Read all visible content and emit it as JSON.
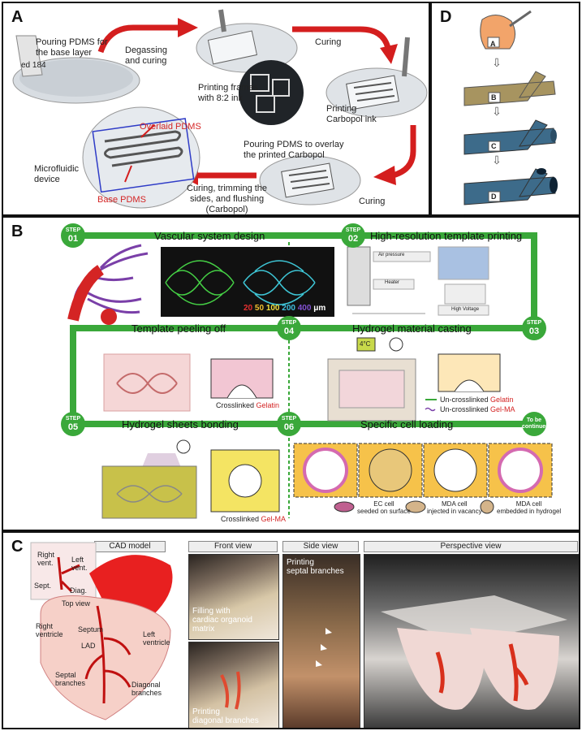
{
  "panels": {
    "a": "A",
    "b": "B",
    "c": "C",
    "d": "D"
  },
  "panel_a": {
    "pour_base": "Pouring PDMS for\nthe base layer",
    "bottle_label": "ed 184",
    "degas": "Degassing\nand curing",
    "print_frames": "Printing frames\nwith 8:2 ink",
    "curing_top": "Curing",
    "print_carbopol": "Printing\nCarbopol ink",
    "overlay": "Pouring PDMS to overlay\nthe printed Carbopol",
    "curing_right": "Curing",
    "trim": "Curing, trimming the\nsides, and flushing\n(Carbopol)",
    "device": "Microfluidic\ndevice",
    "overlaid_pdms": "Overlaid PDMS",
    "base_pdms": "Base PDMS"
  },
  "panel_b": {
    "steps": [
      {
        "word": "STEP",
        "num": "01",
        "title": "Vascular system design"
      },
      {
        "word": "STEP",
        "num": "02",
        "title": "High-resolution template printing"
      },
      {
        "word": "STEP",
        "num": "03",
        "title": ""
      },
      {
        "word": "STEP",
        "num": "04",
        "title": "Template peeling off"
      },
      {
        "word": "STEP",
        "num": "05",
        "title": "Hydrogel sheets bonding"
      },
      {
        "word": "STEP",
        "num": "06",
        "title": "Specific cell loading"
      }
    ],
    "casting": "Hydrogel material casting",
    "continued": "To be\ncontinued",
    "scale": [
      "20",
      "50",
      "100",
      "200",
      "400"
    ],
    "scale_unit": "μm",
    "temp": "4°C",
    "crosslinked_gelatin_a": "Crosslinked ",
    "crosslinked_gelatin_b": "Gelatin",
    "uncross_gelatin_a": "Un-crosslinked ",
    "uncross_gelatin_b": "Gelatin",
    "uncross_gelma_a": "Un-crosslinked ",
    "uncross_gelma_b": "Gel-MA",
    "crosslinked_gelma_a": "Crosslinked ",
    "crosslinked_gelma_b": "Gel-MA",
    "cells": [
      {
        "name": "EC cell",
        "desc": "seeded on surface"
      },
      {
        "name": "MDA cell",
        "desc": "injected in vacancy"
      },
      {
        "name": "MDA cell",
        "desc": "embedded in hydrogel"
      }
    ],
    "printer_labels": [
      "Air pressure",
      "Heater",
      "High Voltage"
    ]
  },
  "panel_c": {
    "cad": "CAD model",
    "front": "Front view",
    "side": "Side view",
    "perspective": "Perspective view",
    "right_vent": "Right\nvent.",
    "left_vent": "Left\nvent.",
    "sept": "Sept.",
    "diag": "Diag.",
    "top_view": "Top view",
    "right_ventricle": "Right\nventricle",
    "septum": "Septum",
    "lad": "LAD",
    "left_ventricle": "Left\nventricle",
    "septal_branches": "Septal\nbranches",
    "diagonal_branches": "Diagonal\nbranches",
    "filling": "Filling with\ncardiac organoid\nmatrix",
    "printing_diag": "Printing\ndiagonal branches",
    "printing_sept": "Printing\nseptal branches"
  },
  "panel_d": {
    "steps": [
      "A",
      "B",
      "C",
      "D"
    ]
  },
  "colors": {
    "green": "#3aa83a",
    "red": "#d42424",
    "accent_blue": "#3d6b8a",
    "pipe": "#a79460"
  }
}
